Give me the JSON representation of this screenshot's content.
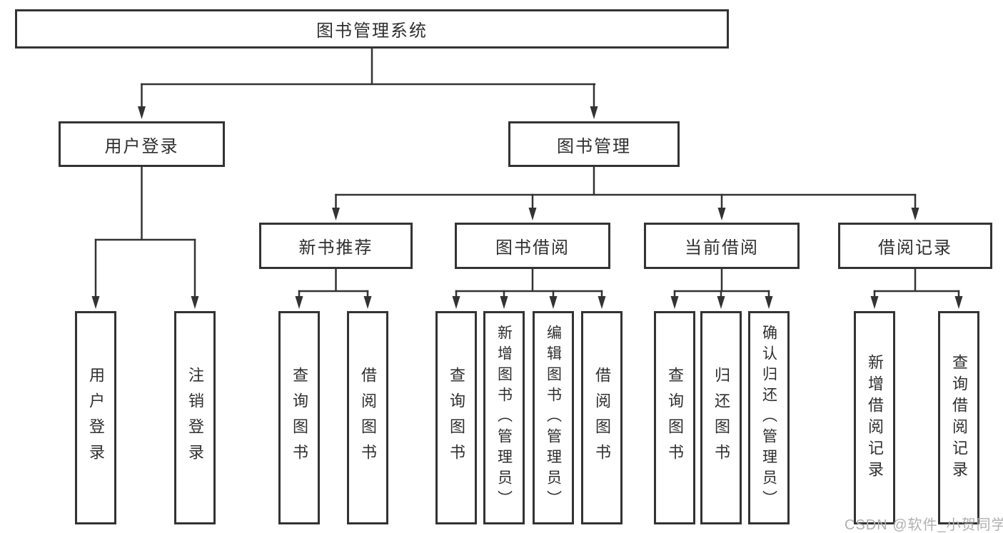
{
  "diagram_title": "图书管理系统",
  "watermark": "CSDN @软件_小贺同学",
  "colors": {
    "line": "#333333",
    "border": "#333333",
    "text": "#2f2f2f",
    "watermark": "#b0b0b0",
    "background": "#ffffff"
  },
  "nodes": {
    "root": "图书管理系统",
    "user_login": "用户登录",
    "book_management": "图书管理",
    "new_book_recommend": "新书推荐",
    "book_borrowing": "图书借阅",
    "current_borrowing": "当前借阅",
    "borrowing_records": "借阅记录"
  },
  "leaves": {
    "user_login": "用户登录",
    "logout": "注销登录",
    "query_books_recommend": "查询图书",
    "borrow_books_recommend": "借阅图书",
    "query_books_borrowing": "查询图书",
    "add_book_admin": "新增图书（管理员）",
    "edit_book_admin": "编辑图书（管理员）",
    "borrow_books_borrowing": "借阅图书",
    "query_books_current": "查询图书",
    "return_books": "归还图书",
    "confirm_return_admin": "确认归还（管理员）",
    "add_borrow_record": "新增借阅记录",
    "query_borrow_record": "查询借阅记录"
  }
}
